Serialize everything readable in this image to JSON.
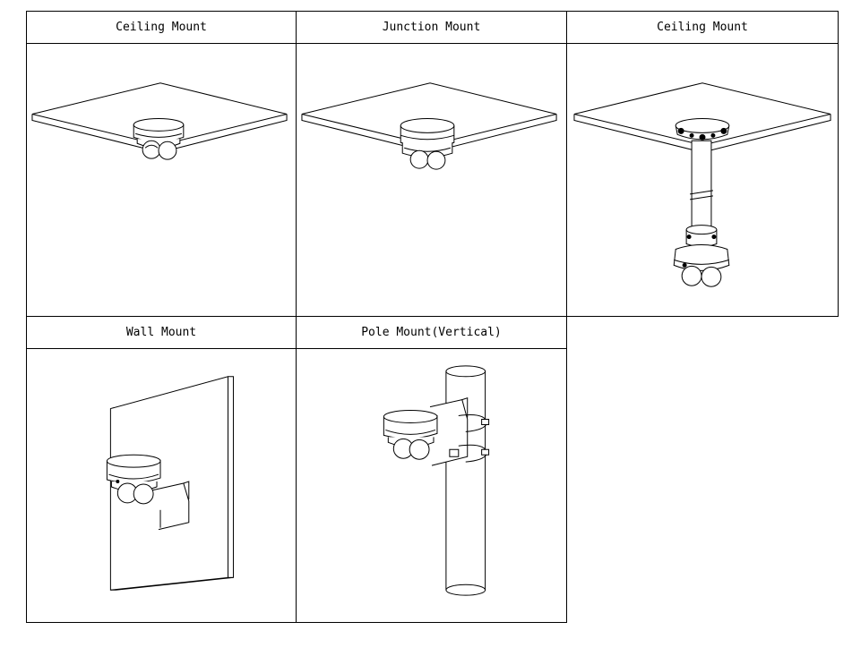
{
  "panels": [
    {
      "label": "Ceiling Mount"
    },
    {
      "label": "Junction Mount"
    },
    {
      "label": "Ceiling Mount"
    },
    {
      "label": "Wall Mount"
    },
    {
      "label": "Pole Mount(Vertical)"
    }
  ]
}
